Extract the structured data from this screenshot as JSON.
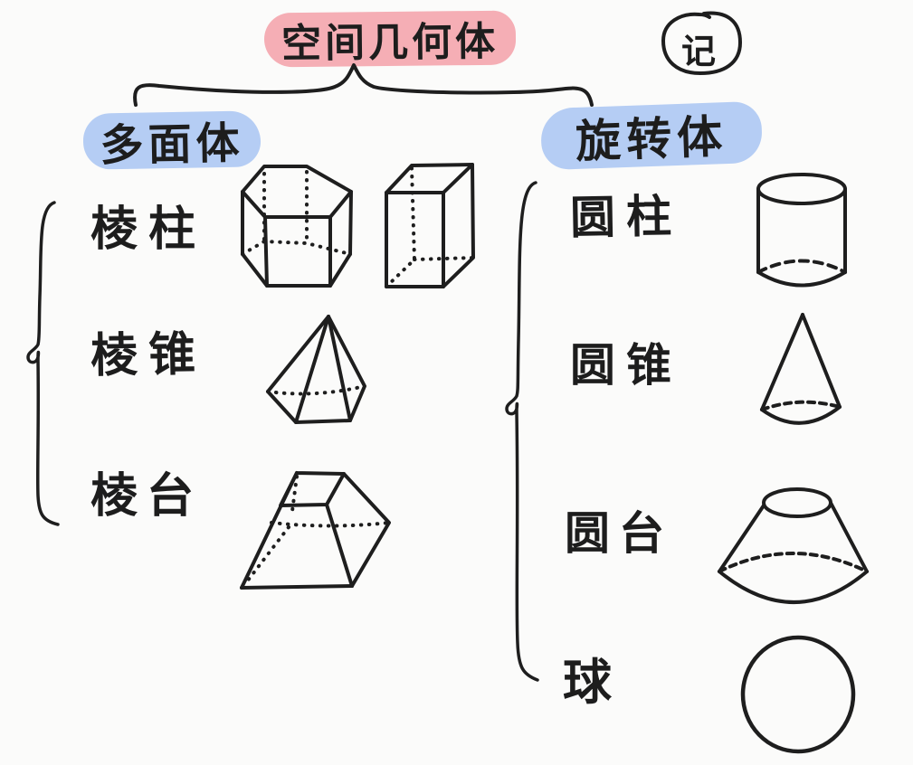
{
  "page": {
    "background_color": "#fbfbfa",
    "ink_color": "#1e1e1e"
  },
  "colors": {
    "pink_highlight": "#f5aeb5",
    "blue_highlight": "#b5cdf4"
  },
  "title": {
    "text": "空间几何体"
  },
  "note_badge": {
    "text": "记"
  },
  "branches": {
    "polyhedra": {
      "label": "多面体",
      "items": [
        {
          "label": "棱柱",
          "shapes": [
            "hexagonal-prism",
            "rectangular-prism"
          ]
        },
        {
          "label": "棱锥",
          "shapes": [
            "pentagonal-pyramid"
          ]
        },
        {
          "label": "棱台",
          "shapes": [
            "pyramid-frustum"
          ]
        }
      ]
    },
    "revolution": {
      "label": "旋转体",
      "items": [
        {
          "label": "圆柱",
          "shapes": [
            "cylinder"
          ]
        },
        {
          "label": "圆锥",
          "shapes": [
            "cone"
          ]
        },
        {
          "label": "圆台",
          "shapes": [
            "cone-frustum"
          ]
        },
        {
          "label": "球",
          "shapes": [
            "sphere"
          ]
        }
      ]
    }
  }
}
